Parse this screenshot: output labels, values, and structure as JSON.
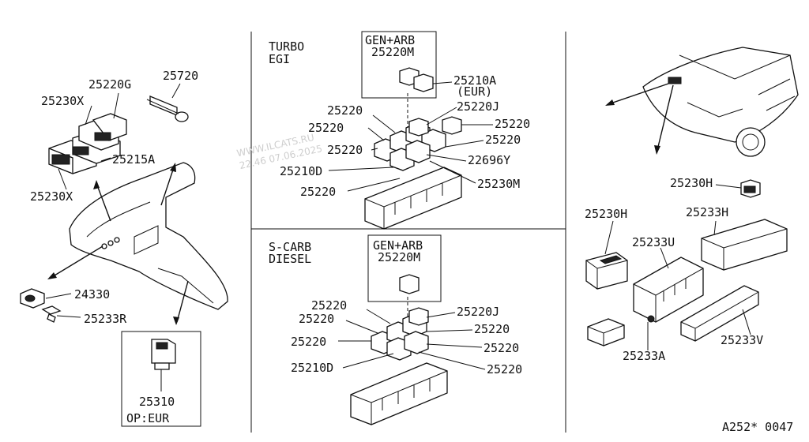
{
  "labels": {
    "p25720": "25720",
    "p25220G": "25220G",
    "p25230X_top": "25230X",
    "p25215A": "25215A",
    "p25230X_bot": "25230X",
    "p24330": "24330",
    "p25233R": "25233R",
    "p25310": "25310",
    "op_eur": "OP:EUR",
    "turbo": "TURBO",
    "egi": "EGI",
    "gen_arb_1": "GEN+ARB",
    "p25220M_1": "25220M",
    "p25210A": "25210A",
    "eur": "(EUR)",
    "p25220_a": "25220",
    "p25220J_1": "25220J",
    "p25220_b": "25220",
    "p25220_c": "25220",
    "p25220_d": "25220",
    "p25220_e": "25220",
    "p25210D_1": "25210D",
    "p22696Y": "22696Y",
    "p25230M": "25230M",
    "p25220_f": "25220",
    "scarb": "S-CARB",
    "diesel": "DIESEL",
    "gen_arb_2": "GEN+ARB",
    "p25220M_2": "25220M",
    "p25220_g": "25220",
    "p25220J_2": "25220J",
    "p25220_h": "25220",
    "p25220_i": "25220",
    "p25220_j": "25220",
    "p25220_k": "25220",
    "p25210D_2": "25210D",
    "p25220_l": "25220",
    "p25230H_1": "25230H",
    "p25230H_2": "25230H",
    "p25233H": "25233H",
    "p25233U": "25233U",
    "p25233V": "25233V",
    "p25233A": "25233A",
    "ref": "A252* 0047"
  },
  "watermark": {
    "line1": "WWW.ILCATS.RU",
    "line2": "22.46 07.06.2025"
  }
}
